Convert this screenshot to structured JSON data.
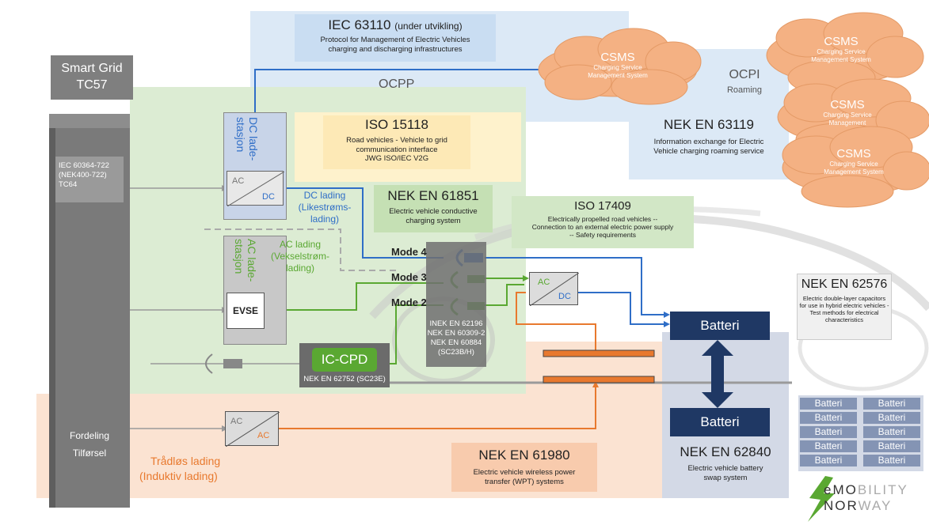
{
  "smart_grid": {
    "line1": "Smart Grid",
    "line2": "TC57"
  },
  "pillar": {
    "std_line1": "IEC 60364-722",
    "std_line2": "(NEK400-722)",
    "std_line3": "TC64",
    "bottom_line1": "Fordeling",
    "bottom_line2": "Tilførsel"
  },
  "iec63110": {
    "title": "IEC 63110",
    "title_suffix": "(under utvikling)",
    "desc_line1": "Protocol for Management of Electric Vehicles",
    "desc_line2": "charging and discharging infrastructures"
  },
  "ocpp_label": "OCPP",
  "ocpi": {
    "label": "OCPI",
    "sub": "Roaming"
  },
  "csms_clouds": [
    {
      "title": "CSMS",
      "sub1": "Charging Service",
      "sub2": "Management System"
    },
    {
      "title": "CSMS",
      "sub1": "Charging Service",
      "sub2": "Management System"
    },
    {
      "title": "CSMS",
      "sub1": "Charging Service",
      "sub2": "Management"
    },
    {
      "title": "CSMS",
      "sub1": "Charging Service",
      "sub2": "Management System"
    }
  ],
  "iso15118": {
    "title": "ISO 15118",
    "desc_line1": "Road vehicles - Vehicle to grid",
    "desc_line2": "communication interface",
    "desc_line3": "JWG ISO/IEC V2G"
  },
  "nek63119": {
    "title": "NEK EN 63119",
    "desc_line1": "Information exchange for Electric",
    "desc_line2": "Vehicle charging roaming service"
  },
  "dc_station": {
    "line1": "DC lade-",
    "line2": "stasjon",
    "conv_in": "AC",
    "conv_out": "DC"
  },
  "dc_lading": {
    "line1": "DC lading",
    "line2": "(Likestrøms-",
    "line3": "lading)"
  },
  "ac_station": {
    "line1": "AC lade-",
    "line2": "stasjon",
    "evse": "EVSE"
  },
  "ac_lading": {
    "line1": "AC lading",
    "line2": "(Vekselstrøm-",
    "line3": "lading)"
  },
  "nek61851": {
    "title": "NEK EN 61851",
    "desc_line1": "Electric vehicle conductive",
    "desc_line2": "charging system"
  },
  "iso17409": {
    "title": "ISO 17409",
    "desc_line1": "Electrically propelled road vehicles --",
    "desc_line2": "Connection to an external electric power supply",
    "desc_line3": "-- Safety requirements"
  },
  "modes": [
    "Mode 4",
    "Mode 3",
    "Mode 2"
  ],
  "socket_stds": {
    "line1": "INEK EN 62196",
    "line2": "NEK EN 60309-2",
    "line3": "NEK EN 60884",
    "line4": "(SC23B/H)"
  },
  "onboard_conv": {
    "in": "AC",
    "out": "DC"
  },
  "iccpd": {
    "title": "IC-CPD",
    "std": "NEK EN 62752 (SC23E)"
  },
  "nek62576": {
    "title": "NEK EN 62576",
    "desc_line1": "Electric double-layer capacitors",
    "desc_line2": "for use in hybrid electric vehicles -",
    "desc_line3": "Test methods for electrical",
    "desc_line4": "characteristics"
  },
  "battery_top": "Batteri",
  "battery_bottom": "Batteri",
  "battery_grid": [
    "Batteri",
    "Batteri",
    "Batteri",
    "Batteri",
    "Batteri",
    "Batteri",
    "Batteri",
    "Batteri",
    "Batteri",
    "Batteri"
  ],
  "wireless": {
    "conv_in": "AC",
    "conv_out": "AC",
    "line1": "Trådløs lading",
    "line2": "(Induktiv lading)"
  },
  "nek61980": {
    "title": "NEK EN 61980",
    "desc_line1": "Electric vehicle wireless power",
    "desc_line2": "transfer (WPT) systems"
  },
  "nek62840": {
    "title": "NEK EN 62840",
    "desc_line1": "Electric vehicle battery",
    "desc_line2": "swap system"
  },
  "logo": {
    "part1": "eMO",
    "part2": "BILITY",
    "part3": "NOR",
    "part4": "WAY"
  },
  "colors": {
    "green_region": "#d9ecd0",
    "blue_region": "#dce9f6",
    "orange_region": "#fbe3d2",
    "yellow_box": "#fde9b6",
    "dark_navy": "#1f3864",
    "dc_blue": "#2f6ec7",
    "ac_green": "#5aa832",
    "wireless_orange": "#e8792e",
    "cloud": "#f4b183"
  }
}
